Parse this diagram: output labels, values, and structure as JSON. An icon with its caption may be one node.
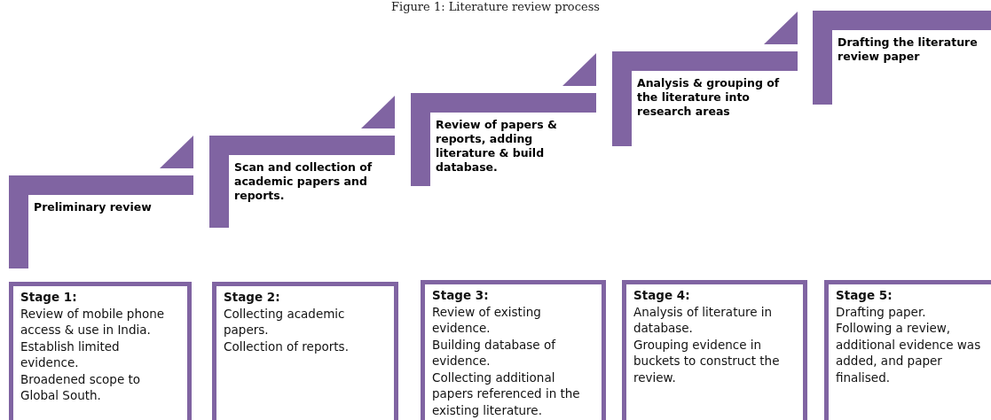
{
  "diagram": {
    "title": "Figure 1: Literature review process",
    "nodes": [
      {
        "text": [
          "Preliminary review"
        ]
      },
      {
        "text": [
          "Scan and collection of academic papers and reports."
        ]
      },
      {
        "text": [
          "Review of papers & reports, adding literature & build database."
        ]
      },
      {
        "text": [
          "Analysis & grouping of the literature into research areas"
        ]
      },
      {
        "text": [
          "Drafting the literature review paper"
        ]
      },
      {
        "text": [
          "Stage 1:",
          "Review of mobile phone access & use in India.",
          "Establish limited evidence.",
          "Broadened scope to Global South."
        ]
      },
      {
        "text": [
          "Stage 2:",
          "Collecting academic papers.",
          "Collection of reports."
        ]
      },
      {
        "text": [
          "Stage 3:",
          "Review of existing evidence.",
          "Building database of evidence.",
          "Collecting additional papers referenced in the existing literature."
        ]
      },
      {
        "text": [
          "Stage 4:",
          "Analysis of literature in database.",
          "Grouping evidence in buckets to construct the review."
        ]
      },
      {
        "text": [
          "Stage 5:",
          "Drafting paper.",
          "Following a review, additional evidence was added, and paper finalised."
        ]
      }
    ]
  }
}
